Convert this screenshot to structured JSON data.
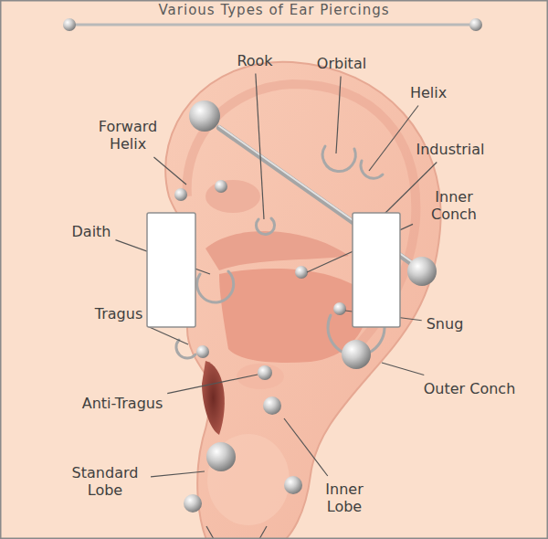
{
  "diagram": {
    "title": "Various Types of Ear Piercings",
    "labels": [
      "Rook",
      "Orbital",
      "Helix",
      "Forward Helix",
      "Industrial",
      "Daith",
      "Inner Conch",
      "Tragus",
      "Snug",
      "Outer Conch",
      "Anti-Tragus",
      "Standard Lobe",
      "Inner Lobe"
    ]
  }
}
